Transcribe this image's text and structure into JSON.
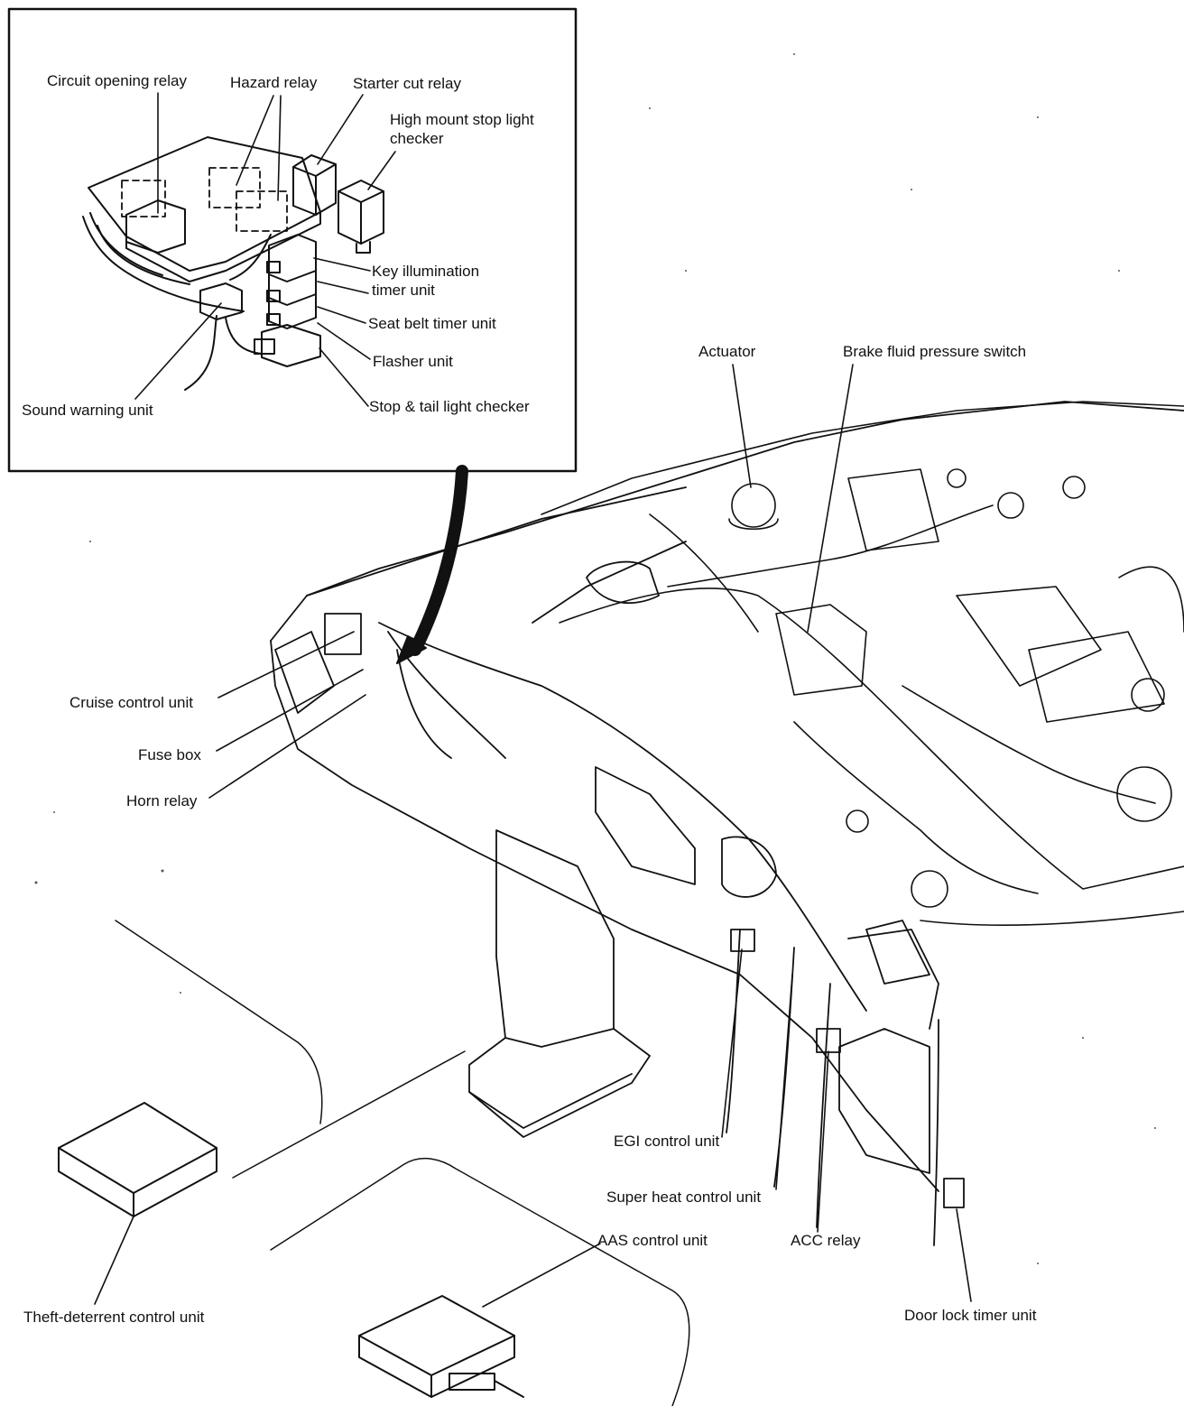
{
  "inset": {
    "labels": {
      "circuit_opening_relay": "Circuit opening relay",
      "hazard_relay": "Hazard relay",
      "starter_cut_relay": "Starter cut relay",
      "high_mount_stop_light_checker": "High mount stop light checker",
      "key_illumination_timer_unit": "Key illumination timer unit",
      "seat_belt_timer_unit": "Seat belt timer unit",
      "flasher_unit": "Flasher unit",
      "stop_tail_light_checker": "Stop & tail light checker",
      "sound_warning_unit": "Sound warning unit"
    }
  },
  "main": {
    "labels": {
      "actuator": "Actuator",
      "brake_fluid_pressure_switch": "Brake fluid pressure switch",
      "cruise_control_unit": "Cruise control unit",
      "fuse_box": "Fuse box",
      "horn_relay": "Horn relay",
      "egi_control_unit": "EGI control unit",
      "super_heat_control_unit": "Super heat control unit",
      "acc_relay": "ACC relay",
      "aas_control_unit": "AAS control unit",
      "theft_deterrent_control_unit": "Theft-deterrent control unit",
      "door_lock_timer_unit": "Door lock timer unit"
    }
  },
  "colors": {
    "ink": "#111111",
    "paper": "#ffffff"
  }
}
